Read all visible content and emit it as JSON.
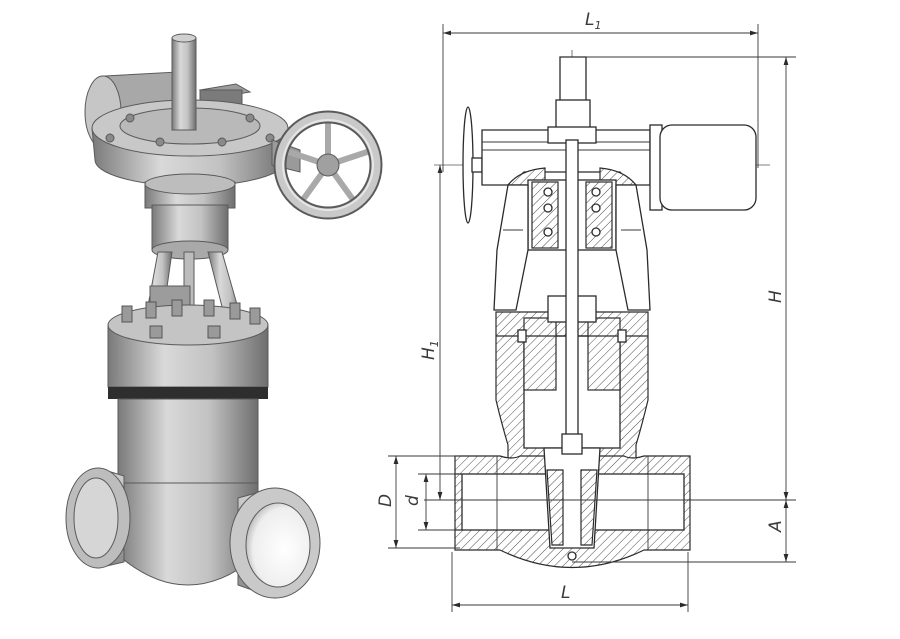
{
  "figure": {
    "dimensions": {
      "L1": {
        "main": "L",
        "sub": "1"
      },
      "H": "H",
      "H1": {
        "main": "H",
        "sub": "1"
      },
      "D": "D",
      "d": "d",
      "A": "A",
      "L": "L"
    }
  }
}
